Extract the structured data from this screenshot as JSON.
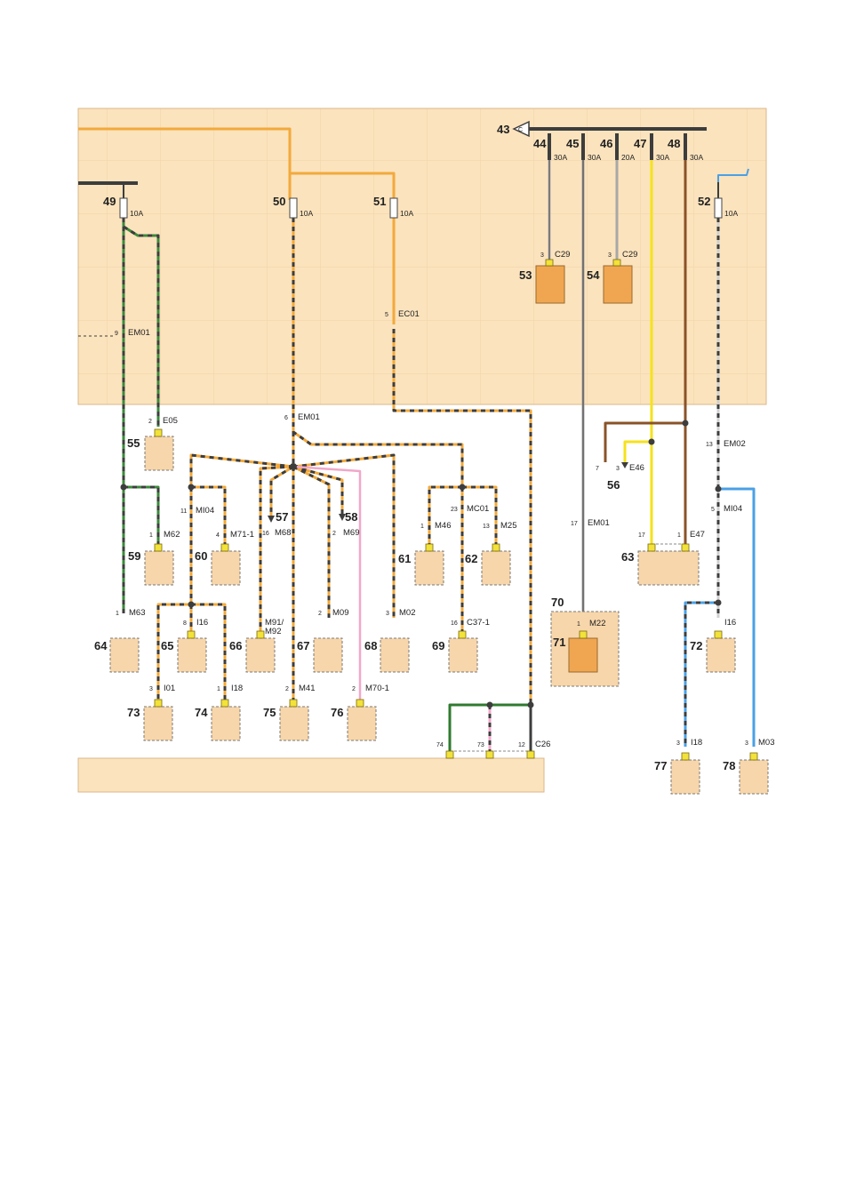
{
  "colors": {
    "panel": "#fbe3bd",
    "box": "#f7d6ab",
    "relay_box": "#f0a650",
    "orange": "#f2a93b",
    "dark": "#3d3d3d",
    "green": "#3a8a3a",
    "pink": "#f1a7c9",
    "yellow": "#f5e21b",
    "brown": "#8a5228",
    "blue": "#4aa0e6",
    "grey": "#a8a8a8"
  },
  "busbar": {
    "label": "43",
    "symbol": "C"
  },
  "fuses": [
    {
      "num": "44",
      "amp": "30A"
    },
    {
      "num": "45",
      "amp": "30A"
    },
    {
      "num": "46",
      "amp": "20A"
    },
    {
      "num": "47",
      "amp": "30A"
    },
    {
      "num": "48",
      "amp": "30A"
    },
    {
      "num": "49",
      "amp": "10A"
    },
    {
      "num": "50",
      "amp": "10A"
    },
    {
      "num": "51",
      "amp": "10A"
    },
    {
      "num": "52",
      "amp": "10A"
    }
  ],
  "components": [
    {
      "num": "53",
      "pin": "3",
      "conn": "C29"
    },
    {
      "num": "54",
      "pin": "3",
      "conn": "C29"
    },
    {
      "num": "55",
      "pin": "2",
      "conn": "E05"
    },
    {
      "num": "56",
      "pin": "3",
      "conn": "E46",
      "pin2": "7"
    },
    {
      "num": "57",
      "pin": "16",
      "conn": "M68"
    },
    {
      "num": "58",
      "pin": "2",
      "conn": "M69"
    },
    {
      "num": "59",
      "pin": "1",
      "conn": "M62"
    },
    {
      "num": "60",
      "pin": "4",
      "conn": "M71-1"
    },
    {
      "num": "61",
      "pin": "1",
      "conn": "M46"
    },
    {
      "num": "62",
      "pin": "13",
      "conn": "M25"
    },
    {
      "num": "63",
      "pin": "17",
      "conn": "E47",
      "pin2": "1"
    },
    {
      "num": "64",
      "pin": "1",
      "conn": "M63"
    },
    {
      "num": "65",
      "pin": "8",
      "conn": "I16"
    },
    {
      "num": "66",
      "pin": "",
      "conn": "M91/",
      "conn2": "M92"
    },
    {
      "num": "67",
      "pin": "2",
      "conn": "M09"
    },
    {
      "num": "68",
      "pin": "3",
      "conn": "M02"
    },
    {
      "num": "69",
      "pin": "16",
      "conn": "C37-1"
    },
    {
      "num": "70",
      "pin": "",
      "conn": ""
    },
    {
      "num": "71",
      "pin": "1",
      "conn": "M22"
    },
    {
      "num": "72",
      "pin": "",
      "conn": "I16"
    },
    {
      "num": "73",
      "pin": "3",
      "conn": "I01"
    },
    {
      "num": "74",
      "pin": "1",
      "conn": "I18"
    },
    {
      "num": "75",
      "pin": "2",
      "conn": "M41"
    },
    {
      "num": "76",
      "pin": "2",
      "conn": "M70-1"
    },
    {
      "num": "77",
      "pin": "3",
      "conn": "I18"
    },
    {
      "num": "78",
      "pin": "3",
      "conn": "M03"
    }
  ],
  "connectors": [
    {
      "pin": "9",
      "conn": "EM01"
    },
    {
      "pin": "5",
      "conn": "EC01"
    },
    {
      "pin": "6",
      "conn": "EM01"
    },
    {
      "pin": "13",
      "conn": "EM02"
    },
    {
      "pin": "11",
      "conn": "MI04"
    },
    {
      "pin": "23",
      "conn": "MC01"
    },
    {
      "pin": "17",
      "conn": "EM01"
    },
    {
      "pin": "5",
      "conn": "MI04"
    },
    {
      "pin": "74",
      "conn": ""
    },
    {
      "pin": "73",
      "conn": ""
    },
    {
      "pin": "12",
      "conn": "C26"
    }
  ]
}
